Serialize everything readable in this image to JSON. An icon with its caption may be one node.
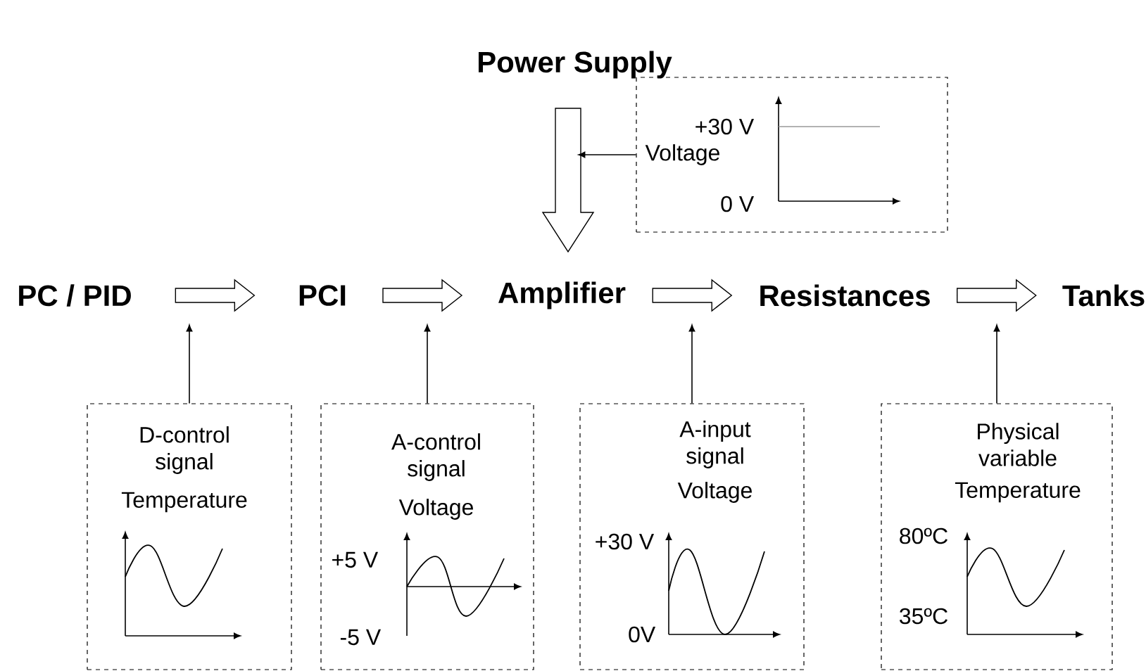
{
  "diagram": {
    "nodes": [
      {
        "text": [
          "Power Supply"
        ]
      },
      {
        "text": [
          "+30 V",
          "Voltage",
          "0 V"
        ]
      },
      {
        "text": [
          "PC / PID"
        ]
      },
      {
        "text": [
          "PCI"
        ]
      },
      {
        "text": [
          "Amplifier"
        ]
      },
      {
        "text": [
          "Resistances"
        ]
      },
      {
        "text": [
          "Tanks"
        ]
      },
      {
        "text": [
          "D-control signal",
          "Temperature"
        ]
      },
      {
        "text": [
          "A-control signal",
          "Voltage",
          "+5 V",
          "-5 V"
        ]
      },
      {
        "text": [
          "A-input signal",
          "Voltage",
          "+30 V",
          "0V"
        ]
      },
      {
        "text": [
          "Physical variable",
          "Temperature",
          "80ºC",
          "35ºC"
        ]
      }
    ],
    "edges": [
      {
        "from": 0,
        "to": 4,
        "arrow": "to"
      },
      {
        "from": 2,
        "to": 3,
        "arrow": "to"
      },
      {
        "from": 3,
        "to": 4,
        "arrow": "to"
      },
      {
        "from": 4,
        "to": 5,
        "arrow": "to"
      },
      {
        "from": 5,
        "to": 6,
        "arrow": "to"
      },
      {
        "from": 1,
        "to": null,
        "arrow": "to"
      },
      {
        "from": 7,
        "to": null,
        "arrow": "to"
      },
      {
        "from": 8,
        "to": null,
        "arrow": "to"
      },
      {
        "from": 9,
        "to": null,
        "arrow": "to"
      },
      {
        "from": 10,
        "to": null,
        "arrow": "to"
      }
    ]
  }
}
